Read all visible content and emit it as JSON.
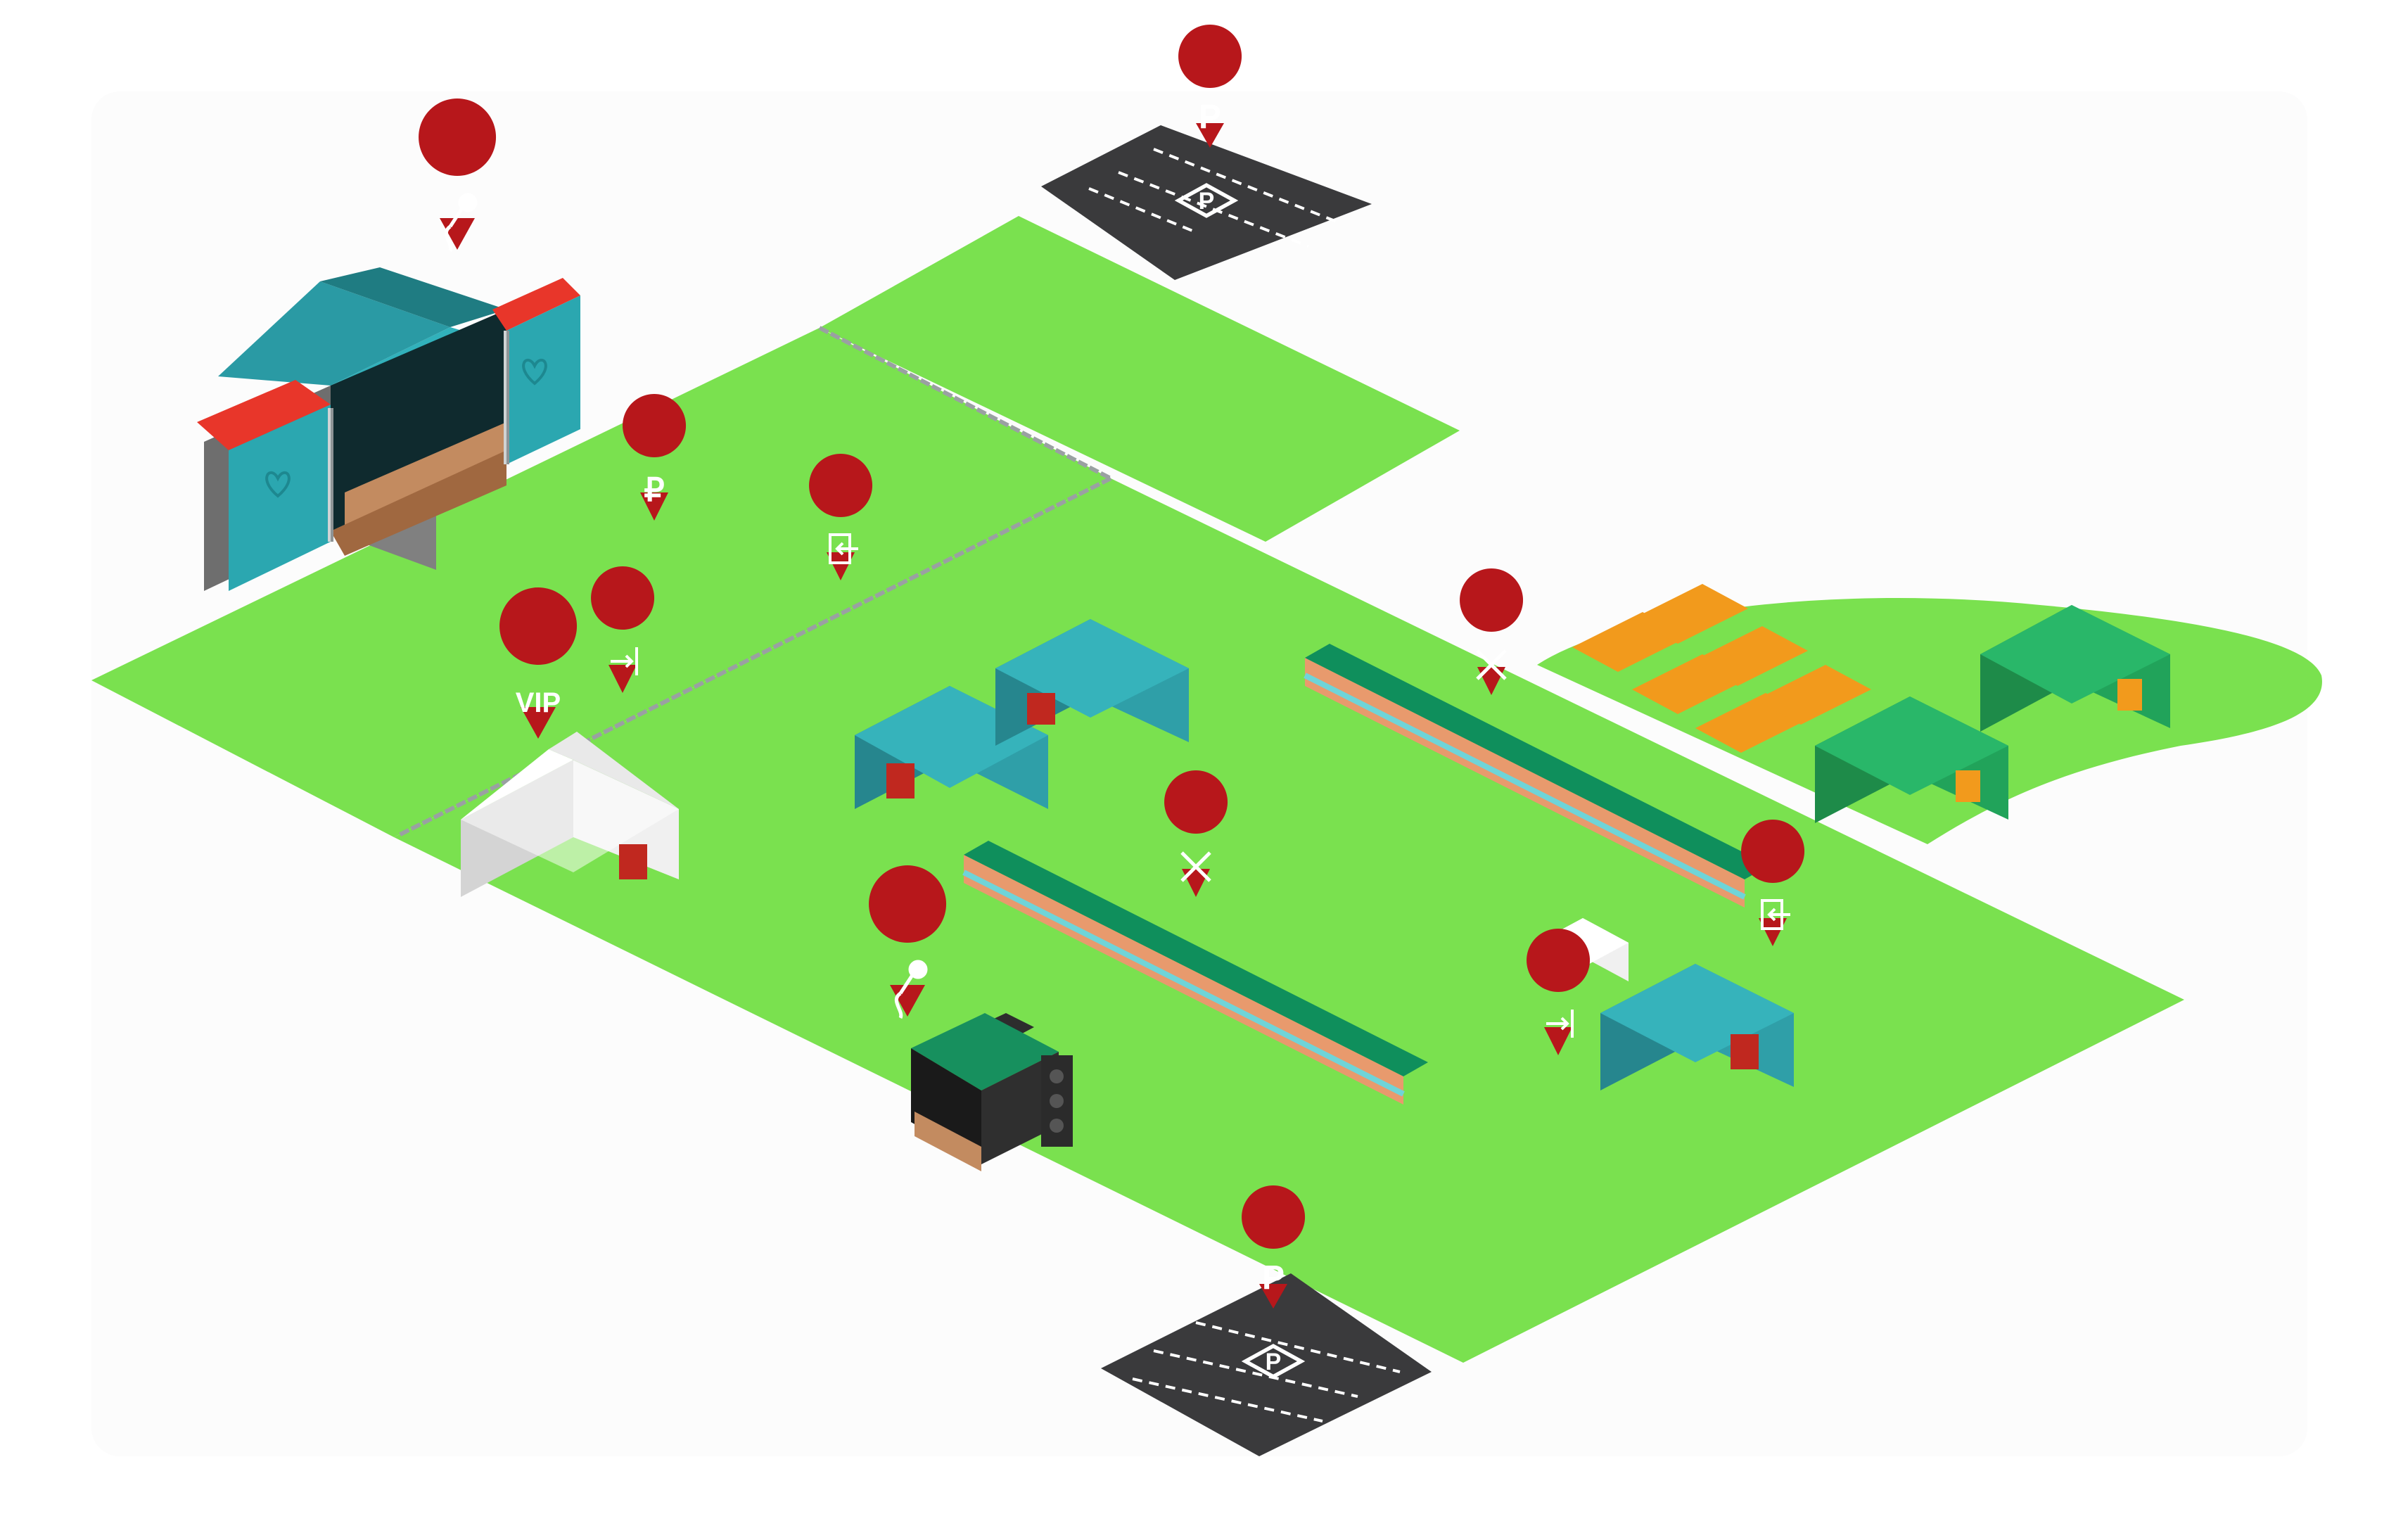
{
  "map": {
    "background": "#fcfcfc",
    "colors": {
      "grass": "#7ae14f",
      "pin": "#b7171b",
      "parking_asphalt": "#3a3a3c",
      "tent_teal": "#2f9fa8",
      "tent_green": "#21a35a",
      "tent_white": "#e6e6e6",
      "stage_roof": "#31b1bb",
      "awning_red": "#e8362a",
      "stall_roof": "#0f8f5c",
      "cabin_roof": "#f29a1c"
    },
    "pins": [
      {
        "id": "parking-top",
        "kind": "parking",
        "glyph": "P"
      },
      {
        "id": "parking-bottom",
        "kind": "parking",
        "glyph": "P"
      },
      {
        "id": "main-stage",
        "kind": "stage",
        "icon": "microphone-icon"
      },
      {
        "id": "small-stage",
        "kind": "stage",
        "icon": "microphone-icon"
      },
      {
        "id": "cash",
        "kind": "currency",
        "glyph": "₽"
      },
      {
        "id": "vip",
        "kind": "vip",
        "label": "VIP"
      },
      {
        "id": "entrance-west",
        "kind": "entrance",
        "icon": "enter-icon"
      },
      {
        "id": "exit-west",
        "kind": "exit",
        "icon": "exit-icon"
      },
      {
        "id": "food-north",
        "kind": "food",
        "icon": "fork-knife-icon"
      },
      {
        "id": "food-south",
        "kind": "food",
        "icon": "fork-knife-icon"
      },
      {
        "id": "exit-east",
        "kind": "exit",
        "icon": "exit-icon"
      },
      {
        "id": "entrance-east",
        "kind": "entrance",
        "icon": "enter-icon"
      }
    ]
  }
}
